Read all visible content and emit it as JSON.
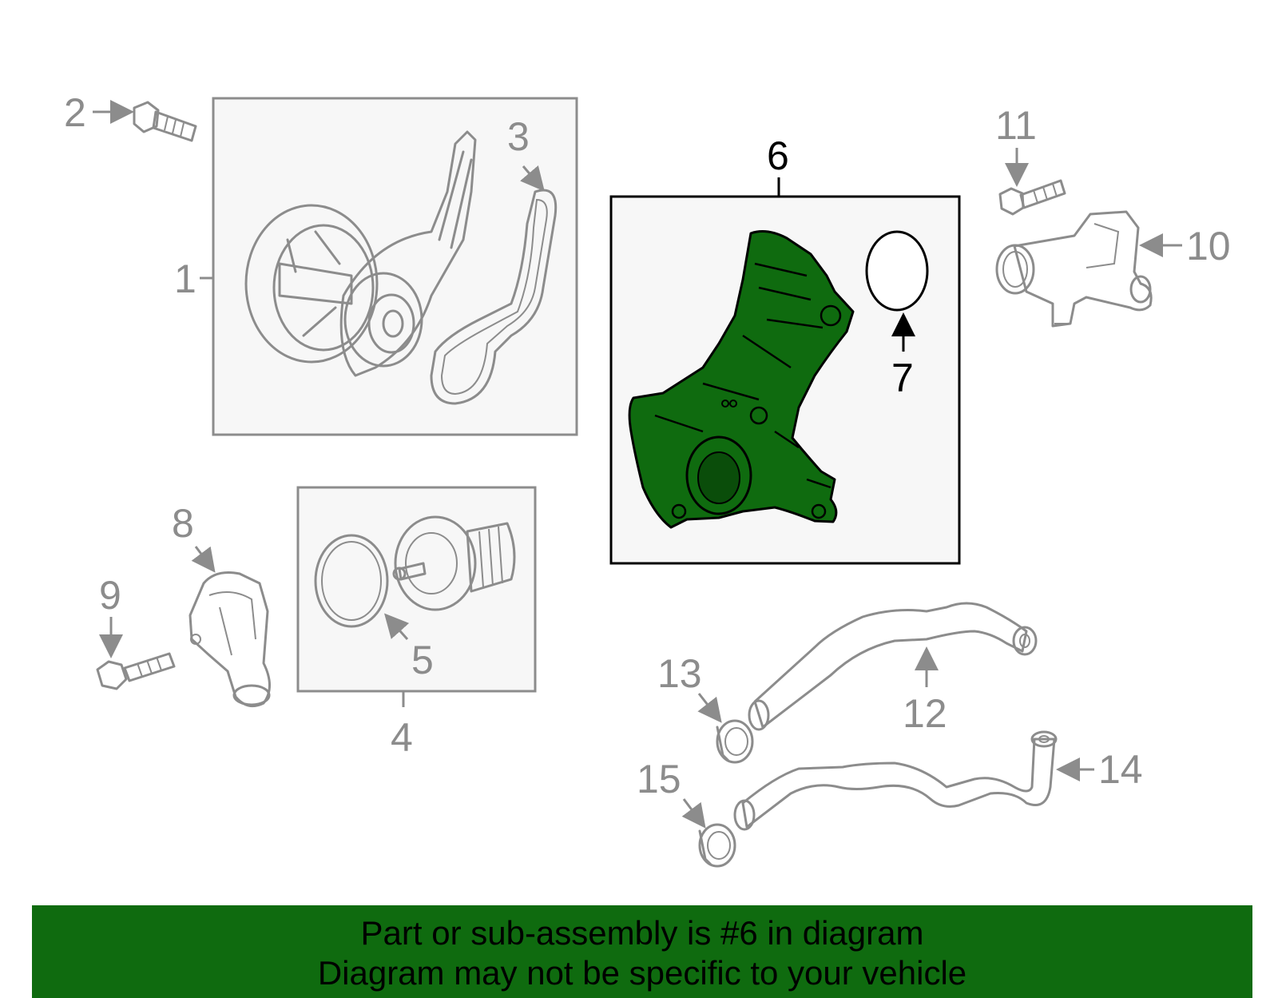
{
  "callouts": {
    "c1": "1",
    "c2": "2",
    "c3": "3",
    "c4": "4",
    "c5": "5",
    "c6": "6",
    "c7": "7",
    "c8": "8",
    "c9": "9",
    "c10": "10",
    "c11": "11",
    "c12": "12",
    "c13": "13",
    "c14": "14",
    "c15": "15"
  },
  "banner": {
    "line1": "Part or sub-assembly is #6 in diagram",
    "line2": "Diagram may not be specific to your vehicle"
  },
  "colors": {
    "highlight": "#0f6b0f",
    "outline": "#8c8c8c",
    "box_fill": "#f7f7f7"
  }
}
